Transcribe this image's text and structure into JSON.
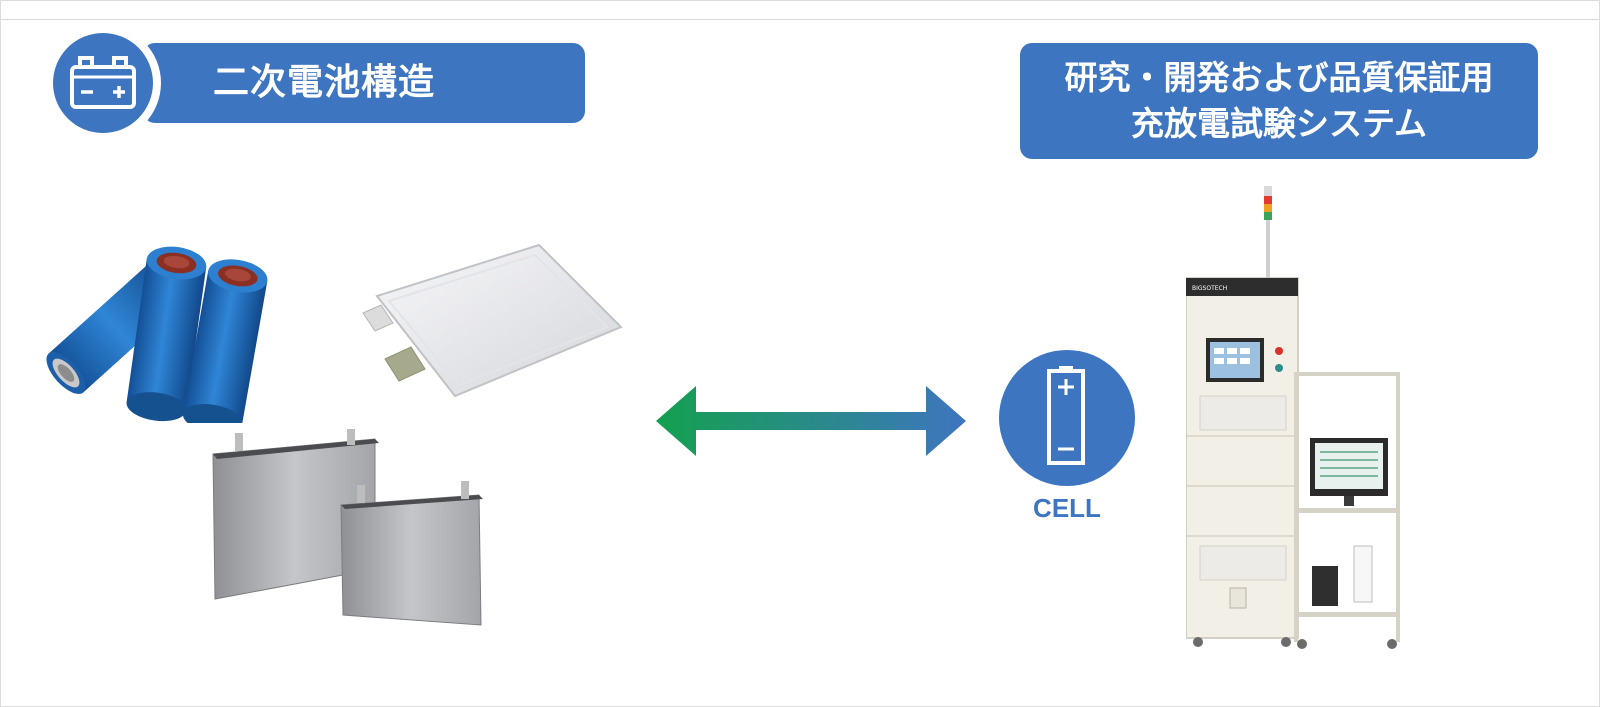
{
  "left_header": {
    "title": "二次電池構造",
    "icon": "battery-icon"
  },
  "right_header": {
    "line1": "研究・開発および品質保証用",
    "line2": "充放電試験システム"
  },
  "cell": {
    "label": "CELL",
    "icon": "cell-battery-icon",
    "plus": "+",
    "minus": "−"
  },
  "equipment": {
    "brand": "BIGSOTECH"
  },
  "colors": {
    "primary_blue": "#3e75c0",
    "arrow_green": "#13a04f",
    "arrow_blue": "#3e75c0",
    "cylinder_blue": "#1f6fbe",
    "cabinet": "#f2efe6"
  }
}
